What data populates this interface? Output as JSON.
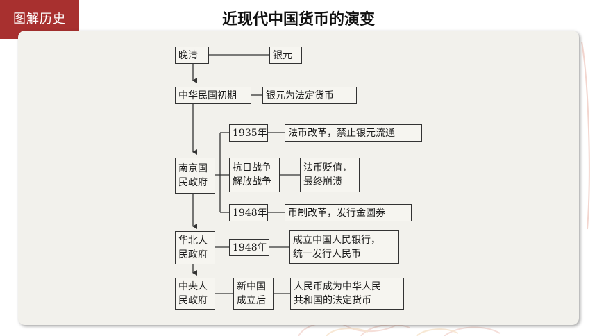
{
  "header": {
    "tag": "图解历史",
    "title": "近现代中国货币的演变"
  },
  "diagram": {
    "wanqing": "晚清",
    "yinyuan": "银元",
    "minguo_chuqi": "中华民国初期",
    "yinyuan_fading": "银元为法定货币",
    "nanjing_1": "南京国",
    "nanjing_2": "民政府",
    "year_1935": "1935年",
    "fabi_gaige": "法币改革，禁止银元流通",
    "kangri": "抗日战争",
    "jiefang": "解放战争",
    "fabi_bianzhi": "法币贬值，",
    "zuizhong_bengkui": "最终崩溃",
    "year_1948a": "1948年",
    "bizhi_gaige": "币制改革，发行金圆券",
    "huabei_1": "华北人",
    "huabei_2": "民政府",
    "year_1948b": "1948年",
    "chengli_yinhang": "成立中国人民银行，",
    "tongyi_faxing": "统一发行人民币",
    "zhongyang_1": "中央人",
    "zhongyang_2": "民政府",
    "xinzhongguo_1": "新中国",
    "xinzhongguo_2": "成立后",
    "rmb_1": "人民币成为中华人民",
    "rmb_2": "共和国的法定货币"
  },
  "colors": {
    "tag_bg": "#a8302f",
    "panel_bg": "#f2f1ec",
    "line": "#333333"
  }
}
